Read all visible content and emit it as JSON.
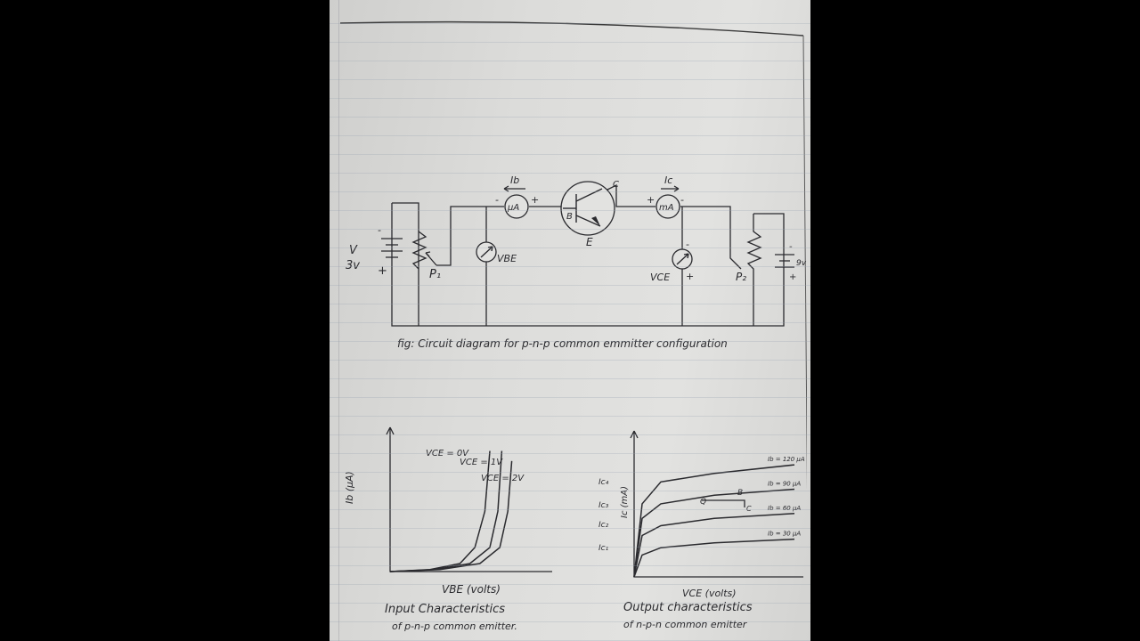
{
  "circuit": {
    "labels": {
      "v": "V",
      "v3": "3v",
      "p1": "P₁",
      "ib_meter": "μA",
      "ib_arrow": "Ib",
      "vbe": "VBE",
      "base": "B",
      "collector": "C",
      "emitter": "E",
      "ic_meter": "mA",
      "ic_arrow": "Ic",
      "vce": "VCE",
      "p2": "P₂",
      "v_right": "9v",
      "plus": "+",
      "minus": "-"
    },
    "caption": "fig: Circuit diagram for p-n-p common emmitter configuration"
  },
  "input_chart": {
    "chart_data": {
      "type": "line",
      "title": "Input Characteristics of p-n-p common emitter.",
      "xlabel": "VBE (volts)",
      "ylabel": "Ib (μA)",
      "series": [
        {
          "name": "VCE = 0V",
          "values": [
            [
              0.0,
              0
            ],
            [
              0.4,
              1
            ],
            [
              0.7,
              4
            ],
            [
              0.85,
              12
            ],
            [
              0.95,
              30
            ],
            [
              1.0,
              60
            ]
          ]
        },
        {
          "name": "VCE = 1V",
          "values": [
            [
              0.0,
              0
            ],
            [
              0.45,
              1
            ],
            [
              0.8,
              4
            ],
            [
              1.0,
              12
            ],
            [
              1.08,
              30
            ],
            [
              1.12,
              60
            ]
          ]
        },
        {
          "name": "VCE = 2V",
          "values": [
            [
              0.0,
              0
            ],
            [
              0.5,
              1
            ],
            [
              0.9,
              4
            ],
            [
              1.1,
              12
            ],
            [
              1.18,
              30
            ],
            [
              1.22,
              55
            ]
          ]
        }
      ],
      "legend": "curve labels"
    },
    "caption_line1": "Input Characteristics",
    "caption_line2": "of p-n-p common emitter."
  },
  "output_chart": {
    "chart_data": {
      "type": "line",
      "title": "Output characteristics of n-p-n common emitter",
      "xlabel": "VCE (volts)",
      "ylabel": "Ic (mA)",
      "series": [
        {
          "name": "Ib = 120 μA",
          "values": [
            [
              0,
              0
            ],
            [
              0.3,
              60
            ],
            [
              1,
              78
            ],
            [
              3,
              85
            ],
            [
              6,
              92
            ]
          ]
        },
        {
          "name": "Ib = 90 μA",
          "values": [
            [
              0,
              0
            ],
            [
              0.3,
              48
            ],
            [
              1,
              60
            ],
            [
              3,
              67
            ],
            [
              6,
              72
            ]
          ]
        },
        {
          "name": "Ib = 60 μA",
          "values": [
            [
              0,
              0
            ],
            [
              0.3,
              34
            ],
            [
              1,
              42
            ],
            [
              3,
              48
            ],
            [
              6,
              52
            ]
          ]
        },
        {
          "name": "Ib = 30 μA",
          "values": [
            [
              0,
              0
            ],
            [
              0.3,
              18
            ],
            [
              1,
              24
            ],
            [
              3,
              28
            ],
            [
              6,
              31
            ]
          ]
        }
      ],
      "y_ticks": [
        "Ic₄",
        "Ic₃",
        "Ic₂",
        "Ic₁"
      ],
      "points": {
        "q": "Q",
        "b": "B",
        "c": "C"
      },
      "legend": "curve labels"
    },
    "caption_line1": "Output characteristics",
    "caption_line2": "of n-p-n common emitter"
  },
  "colors": {
    "ink": "#2a2a2e",
    "paper": "#dcdcda",
    "background": "#000000"
  }
}
